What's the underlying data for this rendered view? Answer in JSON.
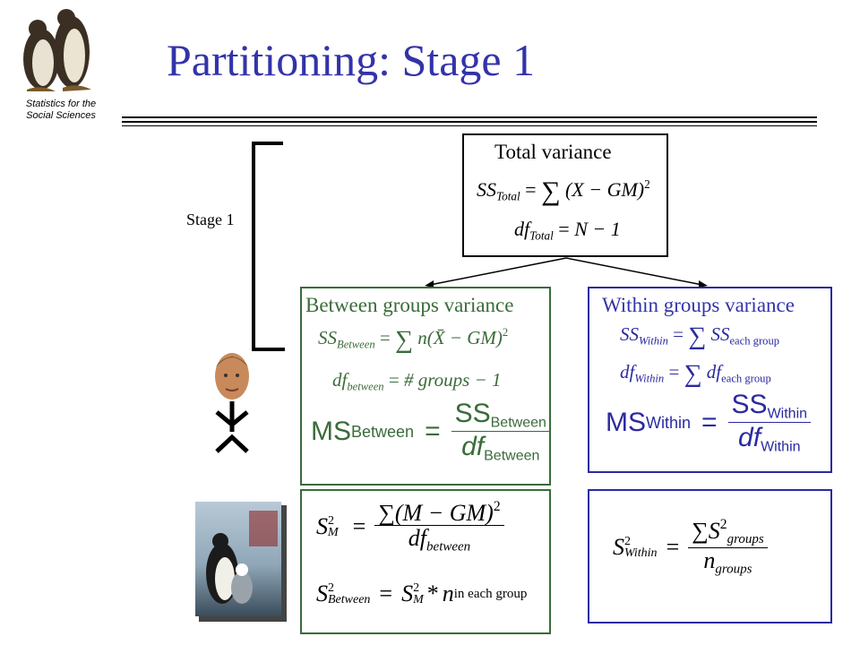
{
  "logo": {
    "caption_line1": "Statistics for the",
    "caption_line2": "Social Sciences"
  },
  "slide": {
    "title": "Partitioning: Stage 1",
    "stage_label": "Stage 1"
  },
  "total_box": {
    "title": "Total variance",
    "ss_lhs": "SS",
    "ss_sub": "Total",
    "ss_rhs": "(X − GM)",
    "df_lhs": "df",
    "df_sub": "Total",
    "df_rhs": "N − 1"
  },
  "between_box": {
    "title": "Between groups variance",
    "ss_lhs": "SS",
    "ss_sub": "Between",
    "ss_rhs_n": "n",
    "ss_rhs": "(X̄ − GM)",
    "df_lhs": "df",
    "df_sub": "between",
    "df_rhs": "# groups − 1",
    "ms_lhs": "MS",
    "ms_sub": "Between",
    "ms_num": "SS",
    "ms_num_sub": "Between",
    "ms_den": "df",
    "ms_den_sub": "Between"
  },
  "within_box": {
    "title": "Within groups variance",
    "ss_lhs": "SS",
    "ss_sub": "Within",
    "ss_rhs": "SS",
    "ss_rhs_sub": "each group",
    "df_lhs": "df",
    "df_sub": "Within",
    "df_rhs": "df",
    "df_rhs_sub": "each group",
    "ms_lhs": "MS",
    "ms_sub": "Within",
    "ms_num": "SS",
    "ms_num_sub": "Within",
    "ms_den": "df",
    "ms_den_sub": "Within"
  },
  "lower_between_box": {
    "sm_lhs": "S",
    "sm_sub": "M",
    "sm_num": "∑(M − GM)",
    "sm_den": "df",
    "sm_den_sub": "between",
    "sb_lhs": "S",
    "sb_sub": "Between",
    "sb_rhs": "S",
    "sb_rhs_sub": "M",
    "sb_n": "n",
    "sb_n_sub": "in each group"
  },
  "lower_within_box": {
    "sw_lhs": "S",
    "sw_sub": "Within",
    "sw_num": "∑S",
    "sw_num_sub": "groups",
    "sw_den": "n",
    "sw_den_sub": "groups"
  },
  "colors": {
    "title": "#3333aa",
    "between_text": "#3a6b3a",
    "within_text": "#3333aa"
  }
}
